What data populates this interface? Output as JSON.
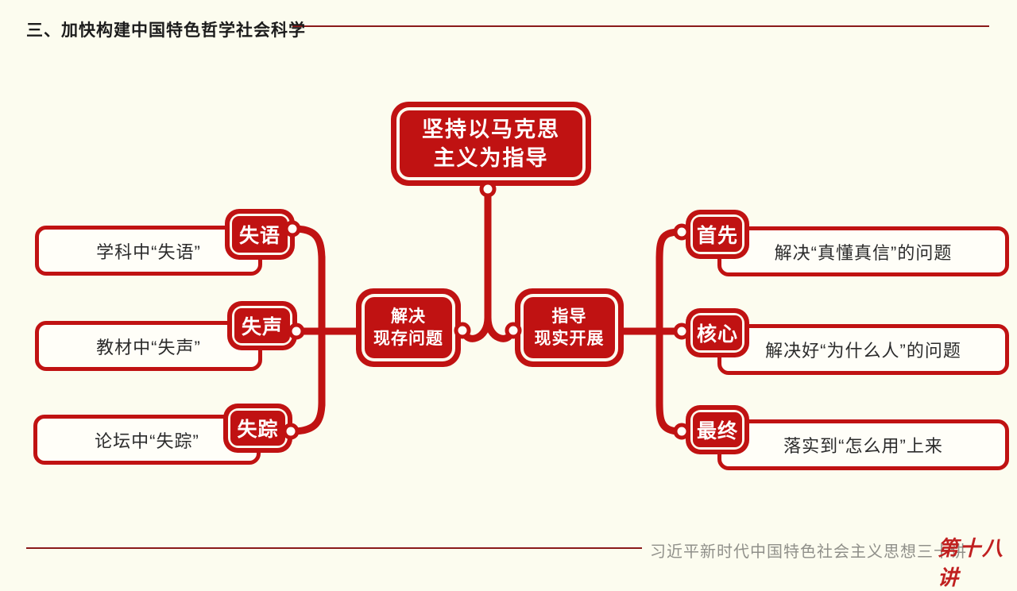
{
  "colors": {
    "accent": "#C01212",
    "maroon": "#8A1A1A",
    "bg": "#FCFCEF",
    "ink": "#1C1C1C",
    "gray": "#90908A",
    "paper": "#FFFEF8",
    "lecture": "#C02020"
  },
  "header": {
    "title": "三、加快构建中国特色哲学社会科学"
  },
  "diagram": {
    "root": {
      "line1": "坚持以马克思",
      "line2": "主义为指导"
    },
    "center_left": {
      "line1": "解决",
      "line2": "现存问题"
    },
    "center_right": {
      "line1": "指导",
      "line2": "现实开展"
    },
    "left_branch": [
      {
        "tag": "失语",
        "text": "学科中“失语”"
      },
      {
        "tag": "失声",
        "text": "教材中“失声”"
      },
      {
        "tag": "失踪",
        "text": "论坛中“失踪”"
      }
    ],
    "right_branch": [
      {
        "tag": "首先",
        "text": "解决“真懂真信”的问题"
      },
      {
        "tag": "核心",
        "text": "解决好“为什么人”的问题"
      },
      {
        "tag": "最终",
        "text": "落实到“怎么用”上来"
      }
    ]
  },
  "footer": {
    "series": "习近平新时代中国特色社会主义思想三十讲",
    "lecture": "第十八讲"
  }
}
